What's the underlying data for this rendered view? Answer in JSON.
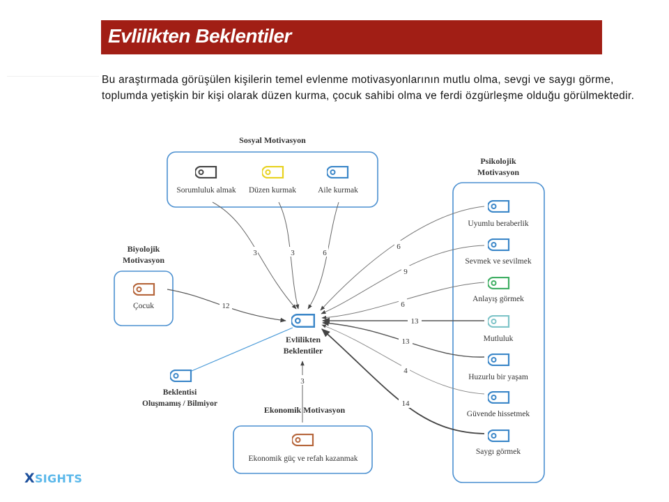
{
  "header": {
    "title": "Evlilikten Beklentiler"
  },
  "intro": {
    "text": "Bu araştırmada görüşülen kişilerin temel evlenme motivasyonlarının mutlu olma, sevgi ve saygı görme, toplumda yetişkin bir kişi olarak düzen kurma, çocuk sahibi olma ve ferdi özgürleşme olduğu görülmektedir."
  },
  "diagram": {
    "center": {
      "label_line1": "Evlilikten",
      "label_line2": "Beklentiler",
      "icon": "tag-icon"
    },
    "groups": {
      "sosyal": {
        "title": "Sosyal Motivasyon",
        "items": [
          {
            "label": "Sorumluluk almak",
            "count": "3",
            "icon_color": "#444444"
          },
          {
            "label": "Düzen kurmak",
            "count": "3",
            "icon_color": "#e8d21f"
          },
          {
            "label": "Aile kurmak",
            "count": "6",
            "icon_color": "#3a86c8"
          }
        ]
      },
      "biyolojik": {
        "title_line1": "Biyolojik",
        "title_line2": "Motivasyon",
        "items": [
          {
            "label": "Çocuk",
            "count": "12",
            "icon_color": "#b5653a"
          }
        ]
      },
      "psikolojik": {
        "title_line1": "Psikolojik",
        "title_line2": "Motivasyon",
        "items": [
          {
            "label": "Uyumlu beraberlik",
            "count": "6",
            "icon_color": "#3a86c8"
          },
          {
            "label": "Sevmek ve sevilmek",
            "count": "9",
            "icon_color": "#3a86c8"
          },
          {
            "label": "Anlayış görmek",
            "count": "6",
            "icon_color": "#3fae63"
          },
          {
            "label": "Mutluluk",
            "count": "13",
            "icon_color": "#7ec4c8"
          },
          {
            "label": "Huzurlu bir yaşam",
            "count": "13",
            "icon_color": "#3a86c8"
          },
          {
            "label": "Güvende hissetmek",
            "count": "4",
            "icon_color": "#3a86c8"
          },
          {
            "label": "Saygı görmek",
            "count": "14",
            "icon_color": "#3a86c8"
          }
        ]
      },
      "ekonomik": {
        "title": "Ekonomik Motivasyon",
        "items": [
          {
            "label": "Ekonomik güç ve refah kazanmak",
            "count": "3",
            "icon_color": "#b5653a"
          }
        ]
      },
      "beklentisi": {
        "label_line1": "Beklentisi",
        "label_line2": "Oluşmamış / Bilmiyor",
        "icon_color": "#3a86c8"
      }
    },
    "colors": {
      "box_border": "#4a8fd0",
      "arrow": "#555555",
      "link_blue": "#4a9ad8"
    }
  },
  "footer": {
    "logo_x": "X",
    "logo_rest": "SIGHTS"
  }
}
